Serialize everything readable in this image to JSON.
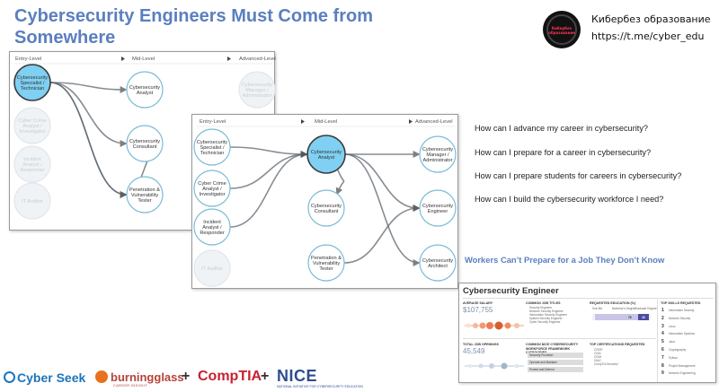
{
  "title": "Cybersecurity Engineers Must Come from Somewhere",
  "brand": {
    "logo_text": "Кибербез образование",
    "name": "Кибербез образование",
    "link": "https://t.me/cyber_edu"
  },
  "pathway_back": {
    "levels": [
      "Entry-Level",
      "Mid-Level",
      "Advanced-Level"
    ],
    "nodes": [
      {
        "id": "specialist",
        "label": [
          "Cybersecurity",
          "Specialist /",
          "Technician"
        ],
        "state": "highlight"
      },
      {
        "id": "crime",
        "label": [
          "Cyber Crime",
          "Analyst /",
          "Investigator"
        ],
        "state": "faded"
      },
      {
        "id": "incident",
        "label": [
          "Incident",
          "Analyst /",
          "Responder"
        ],
        "state": "faded"
      },
      {
        "id": "auditor",
        "label": [
          "IT Auditor"
        ],
        "state": "faded"
      },
      {
        "id": "analyst",
        "label": [
          "Cybersecurity",
          "Analyst"
        ],
        "state": "normal"
      },
      {
        "id": "consultant",
        "label": [
          "Cybersecurity",
          "Consultant"
        ],
        "state": "normal"
      },
      {
        "id": "pentester",
        "label": [
          "Penetration &",
          "Vulnerability",
          "Tester"
        ],
        "state": "normal"
      },
      {
        "id": "manager",
        "label": [
          "Cybersecurity",
          "Manager /",
          "Administrator"
        ],
        "state": "faded"
      }
    ]
  },
  "pathway_front": {
    "levels": [
      "Entry-Level",
      "Mid-Level",
      "Advanced-Level"
    ],
    "nodes": [
      {
        "id": "specialist",
        "label": [
          "Cybersecurity",
          "Specialist /",
          "Technician"
        ],
        "state": "normal"
      },
      {
        "id": "crime",
        "label": [
          "Cyber Crime",
          "Analyst /",
          "Investigator"
        ],
        "state": "normal"
      },
      {
        "id": "incident",
        "label": [
          "Incident",
          "Analyst /",
          "Responder"
        ],
        "state": "normal"
      },
      {
        "id": "auditor",
        "label": [
          "IT Auditor"
        ],
        "state": "faded"
      },
      {
        "id": "analyst",
        "label": [
          "Cybersecurity",
          "Analyst"
        ],
        "state": "highlight"
      },
      {
        "id": "consultant",
        "label": [
          "Cybersecurity",
          "Consultant"
        ],
        "state": "normal"
      },
      {
        "id": "pentester",
        "label": [
          "Penetration &",
          "Vulnerability",
          "Tester"
        ],
        "state": "normal"
      },
      {
        "id": "manager",
        "label": [
          "Cybersecurity",
          "Manager /",
          "Administrator"
        ],
        "state": "normal"
      },
      {
        "id": "engineer",
        "label": [
          "Cybersecurity",
          "Engineer"
        ],
        "state": "normal"
      },
      {
        "id": "architect",
        "label": [
          "Cybersecurity",
          "Architect"
        ],
        "state": "normal"
      }
    ]
  },
  "questions": [
    "How can I advance my career in cybersecurity?",
    "How can I prepare for a career in cybersecurity?",
    "How can I prepare students for careers in cybersecurity?",
    "How can I build the cybersecurity workforce I need?"
  ],
  "workers_heading": "Workers Can’t Prepare for a Job They Don’t Know",
  "engineer_card": {
    "title": "Cybersecurity Engineer",
    "avg_salary_label": "AVERAGE SALARY",
    "avg_salary": "$107,755",
    "openings_label": "TOTAL JOB OPENINGS",
    "openings": "45,549",
    "common_titles_label": "COMMON JOB TITLES",
    "common_titles": [
      "Security Engineer",
      "Network Security Engineer",
      "Information Security Engineer",
      "System Security Engineer",
      "Cyber Security Engineer"
    ],
    "education_label": "REQUESTED EDUCATION (%)",
    "education_cols": [
      "Sub-BA",
      "Bachelor's Degree",
      "Graduate Degree"
    ],
    "education_values": [
      "5",
      "78",
      "18"
    ],
    "nice_label": "COMMON NICE CYBERSECURITY WORKFORCE FRAMEWORK CATEGORIES",
    "nice_items": [
      "Securely Provision",
      "Operate and Maintain",
      "Protect and Defend"
    ],
    "certs_label": "TOP CERTIFICATIONS REQUESTED",
    "certs": [
      "CISSP",
      "CISA",
      "CISM",
      "GIAC",
      "CompTIA Security+"
    ],
    "skills_label": "TOP SKILLS REQUESTED",
    "skills": [
      "Information Security",
      "Network Security",
      "Linux",
      "Information Systems",
      "Java",
      "Cryptography",
      "Python",
      "Project Management",
      "Network Engineering"
    ]
  },
  "footer": {
    "cyberseek": "Cyber Seek",
    "burning": "burningglass",
    "burning_sub": "CAREER INSIGHT",
    "plus": "+",
    "comptia": "CompTIA",
    "nice": "NICE",
    "nice_sub": "NATIONAL INITIATIVE FOR CYBERSECURITY EDUCATION"
  },
  "colors": {
    "title": "#5b7fbf",
    "highlight_fill": "#7fd0f2",
    "normal_fill": "#ffffff",
    "faded_fill": "#f0f3f6",
    "node_stroke": "#7bbbd8"
  }
}
